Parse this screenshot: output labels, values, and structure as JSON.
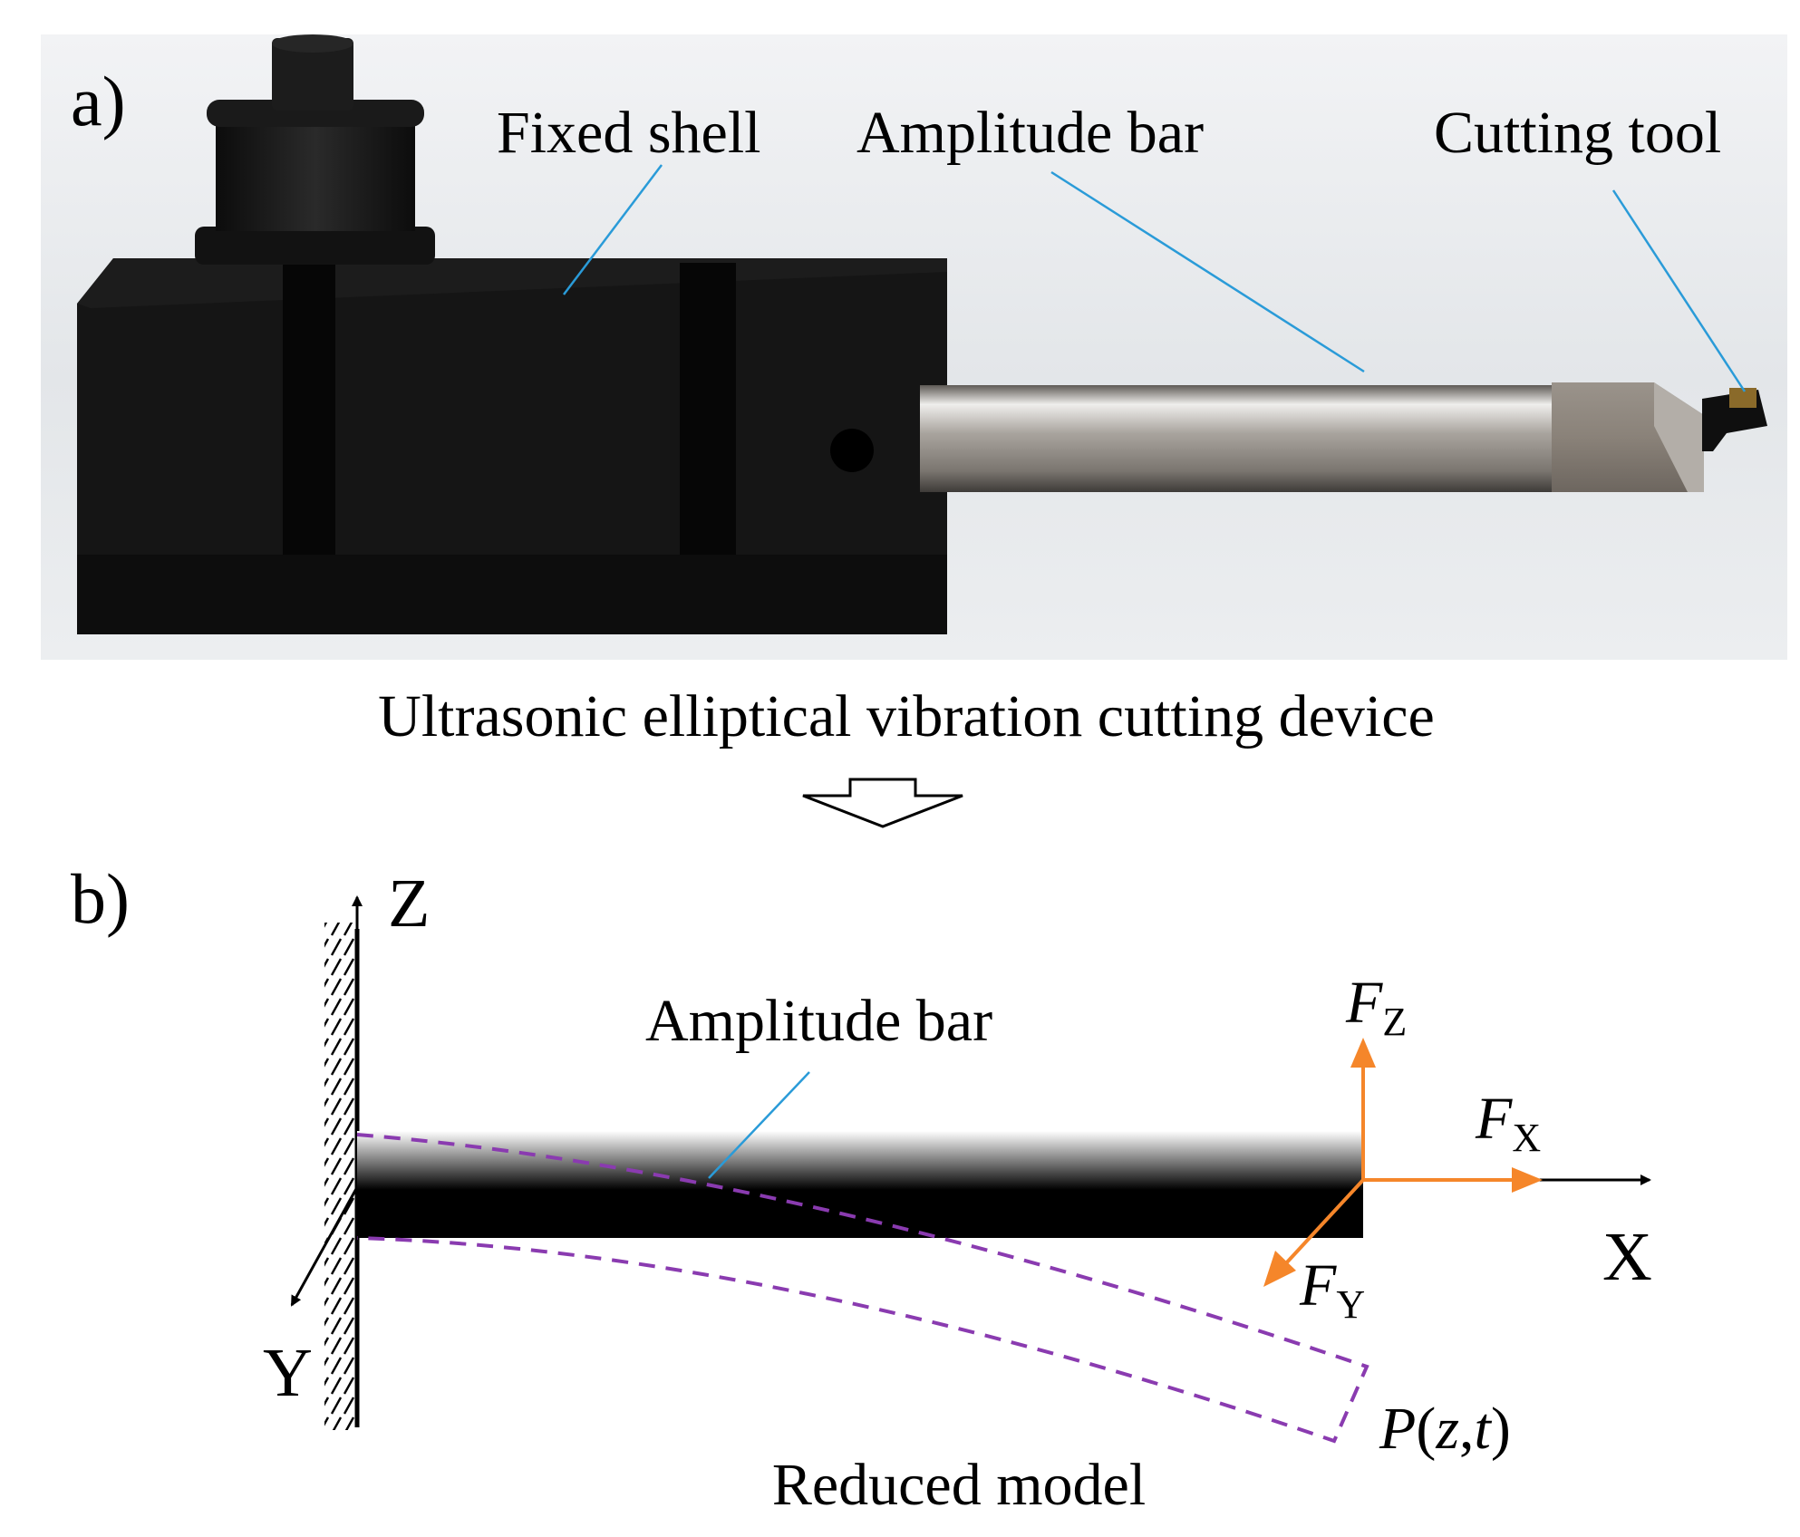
{
  "panel_a": {
    "label": "a)",
    "callouts": {
      "fixed_shell": "Fixed shell",
      "amplitude_bar": "Amplitude bar",
      "cutting_tool": "Cutting tool"
    },
    "caption": "Ultrasonic elliptical vibration cutting device"
  },
  "panel_b": {
    "label": "b)",
    "amplitude_bar": "Amplitude bar",
    "axes": {
      "z": "Z",
      "x": "X",
      "y": "Y"
    },
    "forces": {
      "fz": {
        "symbol": "F",
        "sub": "Z"
      },
      "fx": {
        "symbol": "F",
        "sub": "X"
      },
      "fy": {
        "symbol": "F",
        "sub": "Y"
      }
    },
    "deflection": {
      "p": "P",
      "open": "(",
      "z": "z",
      "comma": ",",
      "t": "t",
      "close": ")"
    },
    "caption": "Reduced model"
  },
  "colors": {
    "callout_line": "#2a9bd8",
    "force_arrow": "#f5862a",
    "deflection": "#8a3bb0",
    "device_body": "#141414",
    "render_background": "#e6e9ec"
  }
}
